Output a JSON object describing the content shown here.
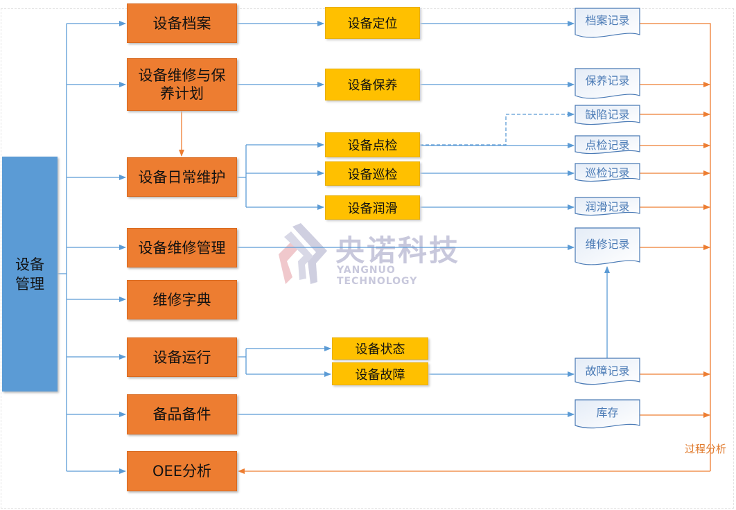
{
  "root": {
    "label": "设备\n管理"
  },
  "modules": [
    {
      "id": "archive",
      "label": "设备档案"
    },
    {
      "id": "plan",
      "label": "设备维修与保养计划"
    },
    {
      "id": "daily",
      "label": "设备日常维护"
    },
    {
      "id": "repair",
      "label": "设备维修管理"
    },
    {
      "id": "dict",
      "label": "维修字典"
    },
    {
      "id": "run",
      "label": "设备运行"
    },
    {
      "id": "spare",
      "label": "备品备件"
    },
    {
      "id": "oee",
      "label": "OEE分析"
    }
  ],
  "activities": [
    {
      "id": "locate",
      "label": "设备定位"
    },
    {
      "id": "maintain",
      "label": "设备保养"
    },
    {
      "id": "spot",
      "label": "设备点检"
    },
    {
      "id": "patrol",
      "label": "设备巡检"
    },
    {
      "id": "lube",
      "label": "设备润滑"
    },
    {
      "id": "status",
      "label": "设备状态"
    },
    {
      "id": "fault",
      "label": "设备故障"
    }
  ],
  "records": [
    {
      "id": "archive-rec",
      "label": "档案记录"
    },
    {
      "id": "maintain-rec",
      "label": "保养记录"
    },
    {
      "id": "defect-rec",
      "label": "缺陷记录"
    },
    {
      "id": "spot-rec",
      "label": "点检记录"
    },
    {
      "id": "patrol-rec",
      "label": "巡检记录"
    },
    {
      "id": "lube-rec",
      "label": "润滑记录"
    },
    {
      "id": "repair-rec",
      "label": "维修记录"
    },
    {
      "id": "fault-rec",
      "label": "故障记录"
    },
    {
      "id": "stock",
      "label": "库存"
    }
  ],
  "process_analysis_label": "过程分析",
  "watermark": {
    "cn": "央诺科技",
    "en": "YANGNUO TECHNOLOGY"
  },
  "colors": {
    "blue": "#5b9bd5",
    "orange": "#ed7d31",
    "yellow": "#ffc000",
    "line_blue": "#5b9bd5",
    "line_orange": "#ed7d31"
  }
}
